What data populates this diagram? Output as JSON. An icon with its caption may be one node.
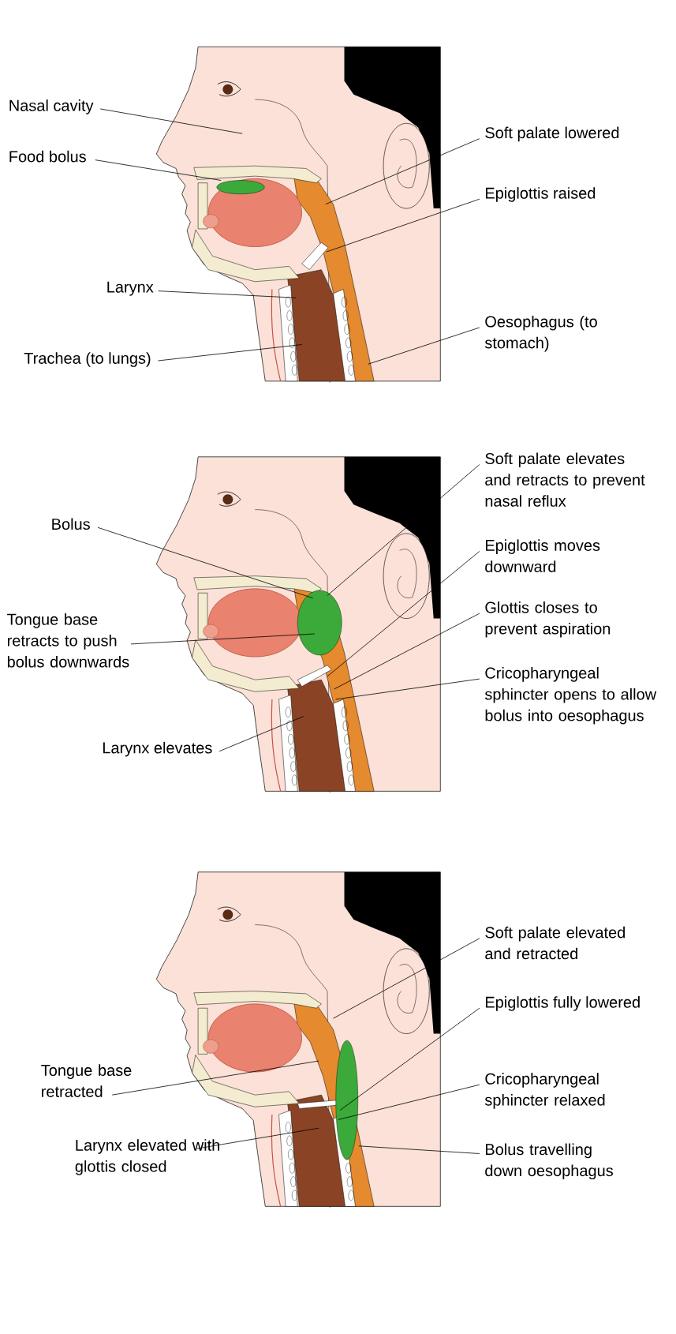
{
  "diagram": {
    "nodes": [
      {
        "text": [
          "Nasal cavity"
        ]
      },
      {
        "text": [
          "Food bolus"
        ]
      },
      {
        "text": [
          "Soft palate lowered"
        ]
      },
      {
        "text": [
          "Epiglottis raised"
        ]
      },
      {
        "text": [
          "Larynx"
        ]
      },
      {
        "text": [
          "Oesophagus (to stomach)"
        ]
      },
      {
        "text": [
          "Trachea (to lungs)"
        ]
      },
      {
        "text": [
          "Soft palate elevates and retracts to prevent nasal reflux"
        ]
      },
      {
        "text": [
          "Bolus"
        ]
      },
      {
        "text": [
          "Epiglottis moves downward"
        ]
      },
      {
        "text": [
          "Tongue base retracts to push bolus downwards"
        ]
      },
      {
        "text": [
          "Glottis closes to prevent aspiration"
        ]
      },
      {
        "text": [
          "Cricopharyngeal sphincter opens to allow bolus into oesophagus"
        ]
      },
      {
        "text": [
          "Larynx elevates"
        ]
      },
      {
        "text": [
          "Soft palate elevated and retracted"
        ]
      },
      {
        "text": [
          "Epiglottis fully lowered"
        ]
      },
      {
        "text": [
          "Tongue base retracted"
        ]
      },
      {
        "text": [
          "Cricopharyngeal sphincter relaxed"
        ]
      },
      {
        "text": [
          "Larynx elevated with glottis closed"
        ]
      },
      {
        "text": [
          "Bolus travelling down oesophagus"
        ]
      },
      {
        "text": [],
        "shape": "picture"
      },
      {
        "text": [],
        "shape": "picture"
      },
      {
        "text": [],
        "shape": "picture"
      }
    ],
    "edges": [
      {
        "from": 0,
        "to": 20,
        "arrow": "none"
      },
      {
        "from": 1,
        "to": 20,
        "arrow": "none"
      },
      {
        "from": 2,
        "to": 20,
        "arrow": "none"
      },
      {
        "from": 3,
        "to": 20,
        "arrow": "none"
      },
      {
        "from": 4,
        "to": 20,
        "arrow": "none"
      },
      {
        "from": 5,
        "to": 20,
        "arrow": "none"
      },
      {
        "from": 6,
        "to": 20,
        "arrow": "none"
      },
      {
        "from": 7,
        "to": 21,
        "arrow": "none"
      },
      {
        "from": 8,
        "to": 21,
        "arrow": "none"
      },
      {
        "from": 9,
        "to": 21,
        "arrow": "none"
      },
      {
        "from": 10,
        "to": 21,
        "arrow": "none"
      },
      {
        "from": 11,
        "to": 21,
        "arrow": "none"
      },
      {
        "from": 12,
        "to": 21,
        "arrow": "none"
      },
      {
        "from": 13,
        "to": 21,
        "arrow": "none"
      },
      {
        "from": 14,
        "to": 22,
        "arrow": "none"
      },
      {
        "from": 15,
        "to": 22,
        "arrow": "none"
      },
      {
        "from": 16,
        "to": 22,
        "arrow": "none"
      },
      {
        "from": 17,
        "to": 22,
        "arrow": "none"
      },
      {
        "from": 18,
        "to": 22,
        "arrow": "none"
      },
      {
        "from": 19,
        "to": 22,
        "arrow": "none"
      }
    ]
  }
}
